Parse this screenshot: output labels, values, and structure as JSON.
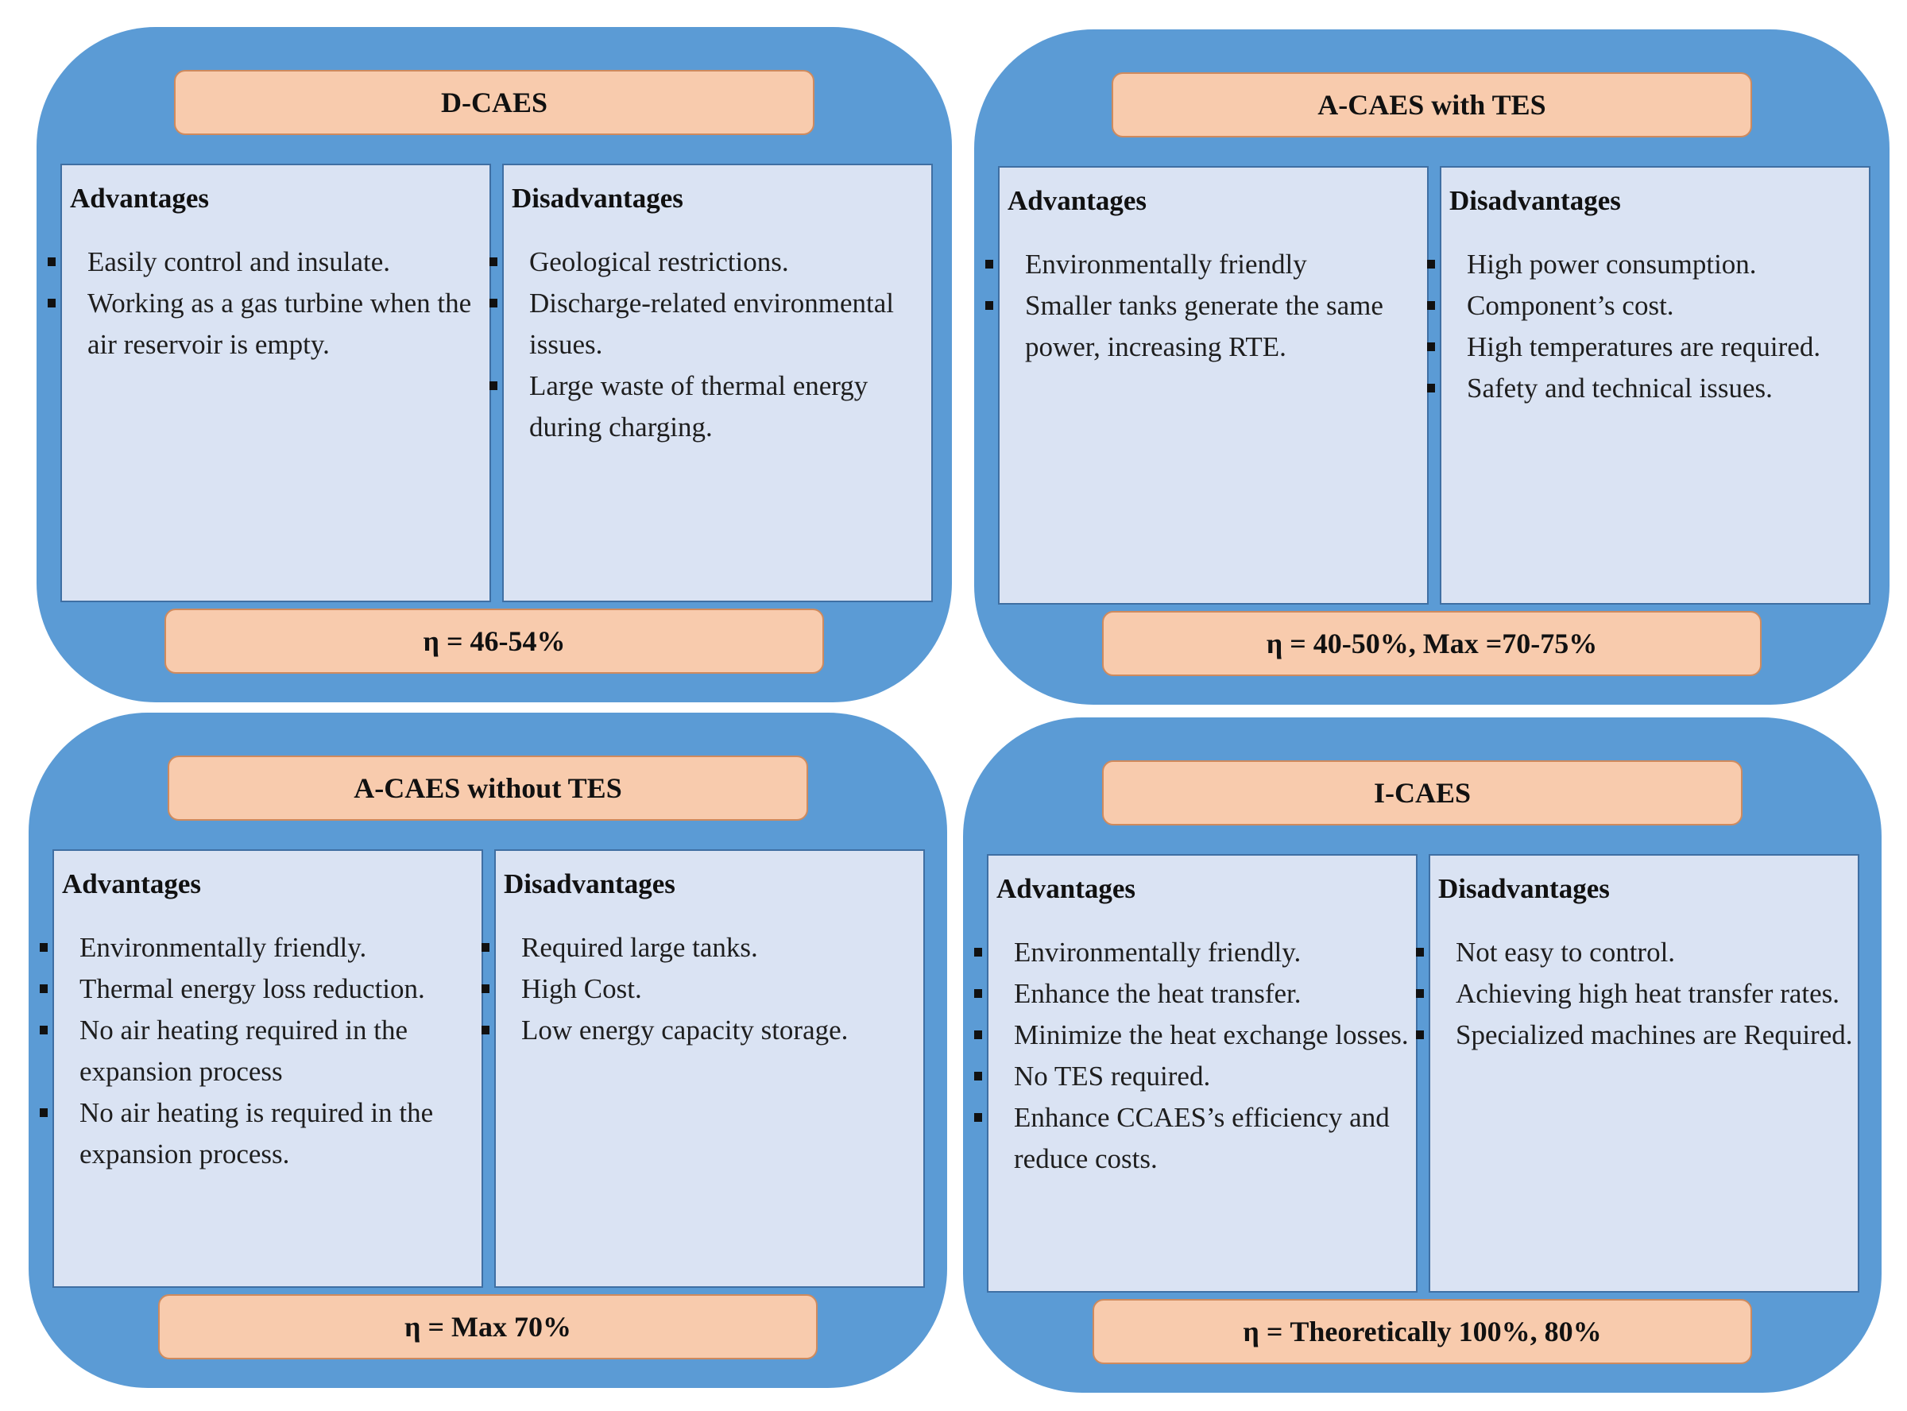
{
  "panels": [
    {
      "title": "D-CAES",
      "advantages_label": "Advantages",
      "advantages": [
        "Easily control and insulate.",
        "Working as a gas turbine when the air reservoir is empty."
      ],
      "disadvantages_label": "Disadvantages",
      "disadvantages": [
        "Geological restrictions.",
        "Discharge-related environmental issues.",
        "Large waste of thermal energy during charging."
      ],
      "efficiency": "η = 46-54%"
    },
    {
      "title": "A-CAES with TES",
      "advantages_label": "Advantages",
      "advantages": [
        "Environmentally friendly",
        "Smaller tanks generate the same power, increasing RTE."
      ],
      "disadvantages_label": "Disadvantages",
      "disadvantages": [
        "High power consumption.",
        "Component’s cost.",
        "High temperatures are required.",
        "Safety and technical issues."
      ],
      "efficiency": "η = 40-50%, Max =70-75%"
    },
    {
      "title": "A-CAES without TES",
      "advantages_label": "Advantages",
      "advantages": [
        "Environmentally friendly.",
        "Thermal energy loss reduction.",
        "No air heating required in the expansion process",
        "No air heating is required in the expansion process."
      ],
      "disadvantages_label": "Disadvantages",
      "disadvantages": [
        "Required large tanks.",
        "High Cost.",
        "Low energy capacity storage."
      ],
      "efficiency": "η = Max 70%"
    },
    {
      "title": "I-CAES",
      "advantages_label": "Advantages",
      "advantages": [
        "Environmentally friendly.",
        "Enhance the heat transfer.",
        "Minimize the heat exchange losses.",
        "No TES required.",
        "Enhance CCAES’s efficiency and reduce costs."
      ],
      "disadvantages_label": "Disadvantages",
      "disadvantages": [
        "Not easy to control.",
        "Achieving high heat transfer rates.",
        "Specialized machines are Required."
      ],
      "efficiency": "η = Theoretically 100%, 80%"
    }
  ]
}
